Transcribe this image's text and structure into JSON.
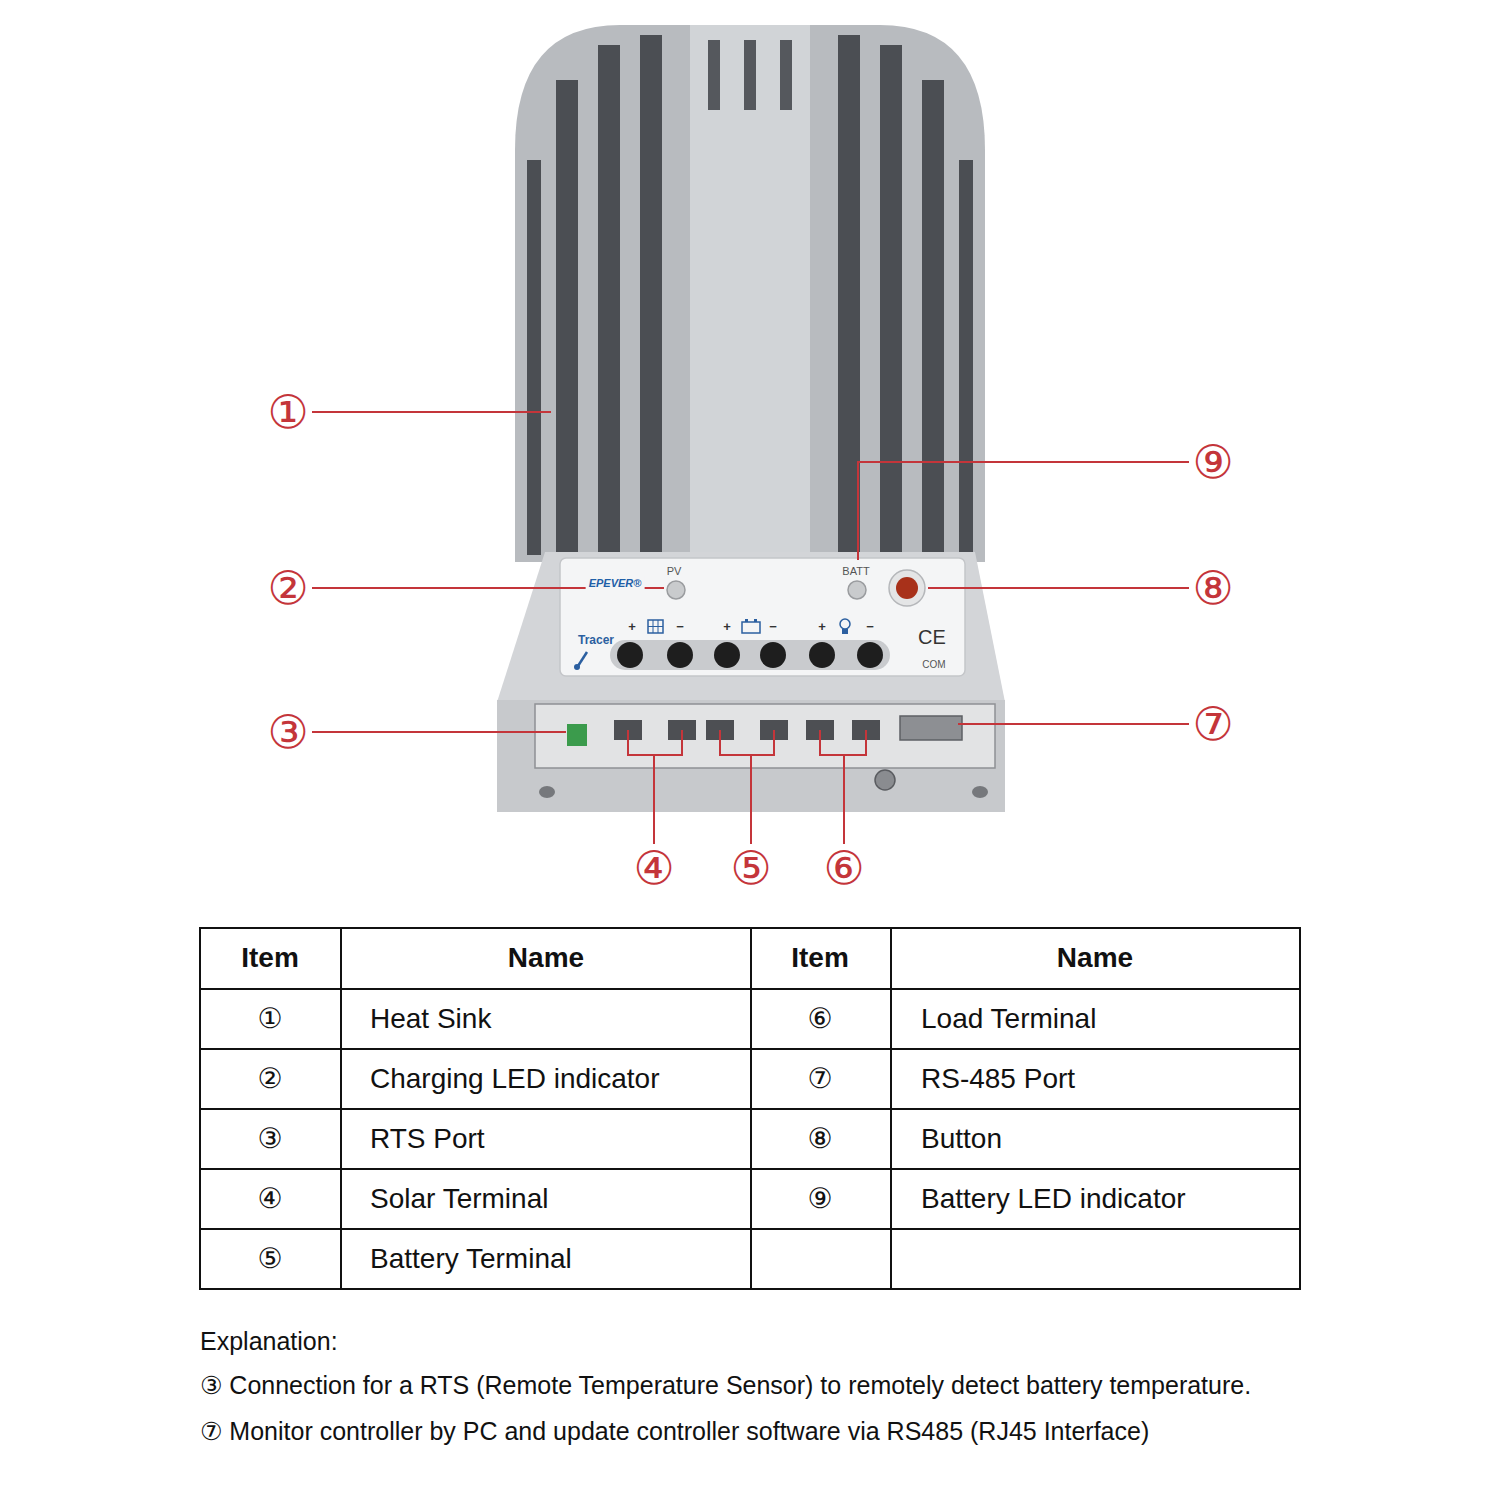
{
  "diagram": {
    "nodes": [
      {
        "text": [
          "EPEVER®",
          "PV",
          "BATT",
          "Tracer",
          "+",
          "−",
          "+",
          "−",
          "+",
          "−",
          "CE",
          "COM"
        ]
      }
    ],
    "labels": [
      "①",
      "⑨",
      "②",
      "⑧",
      "③",
      "⑦",
      "④",
      "⑤",
      "⑥",
      "Item",
      "Name",
      "Item",
      "Name",
      "①",
      "Heat Sink",
      "⑥",
      "Load Terminal",
      "②",
      "Charging LED indicator",
      "⑦",
      "RS-485 Port",
      "③",
      "RTS Port",
      "⑧",
      "Button",
      "④",
      "Solar Terminal",
      "⑨",
      "Battery LED indicator",
      "⑤",
      "Battery Terminal",
      "Explanation:",
      "③ Connection for a RTS (Remote Temperature Sensor) to remotely detect battery temperature.",
      "⑦ Monitor controller by PC and update controller software via RS485 (RJ45 Interface)"
    ]
  }
}
